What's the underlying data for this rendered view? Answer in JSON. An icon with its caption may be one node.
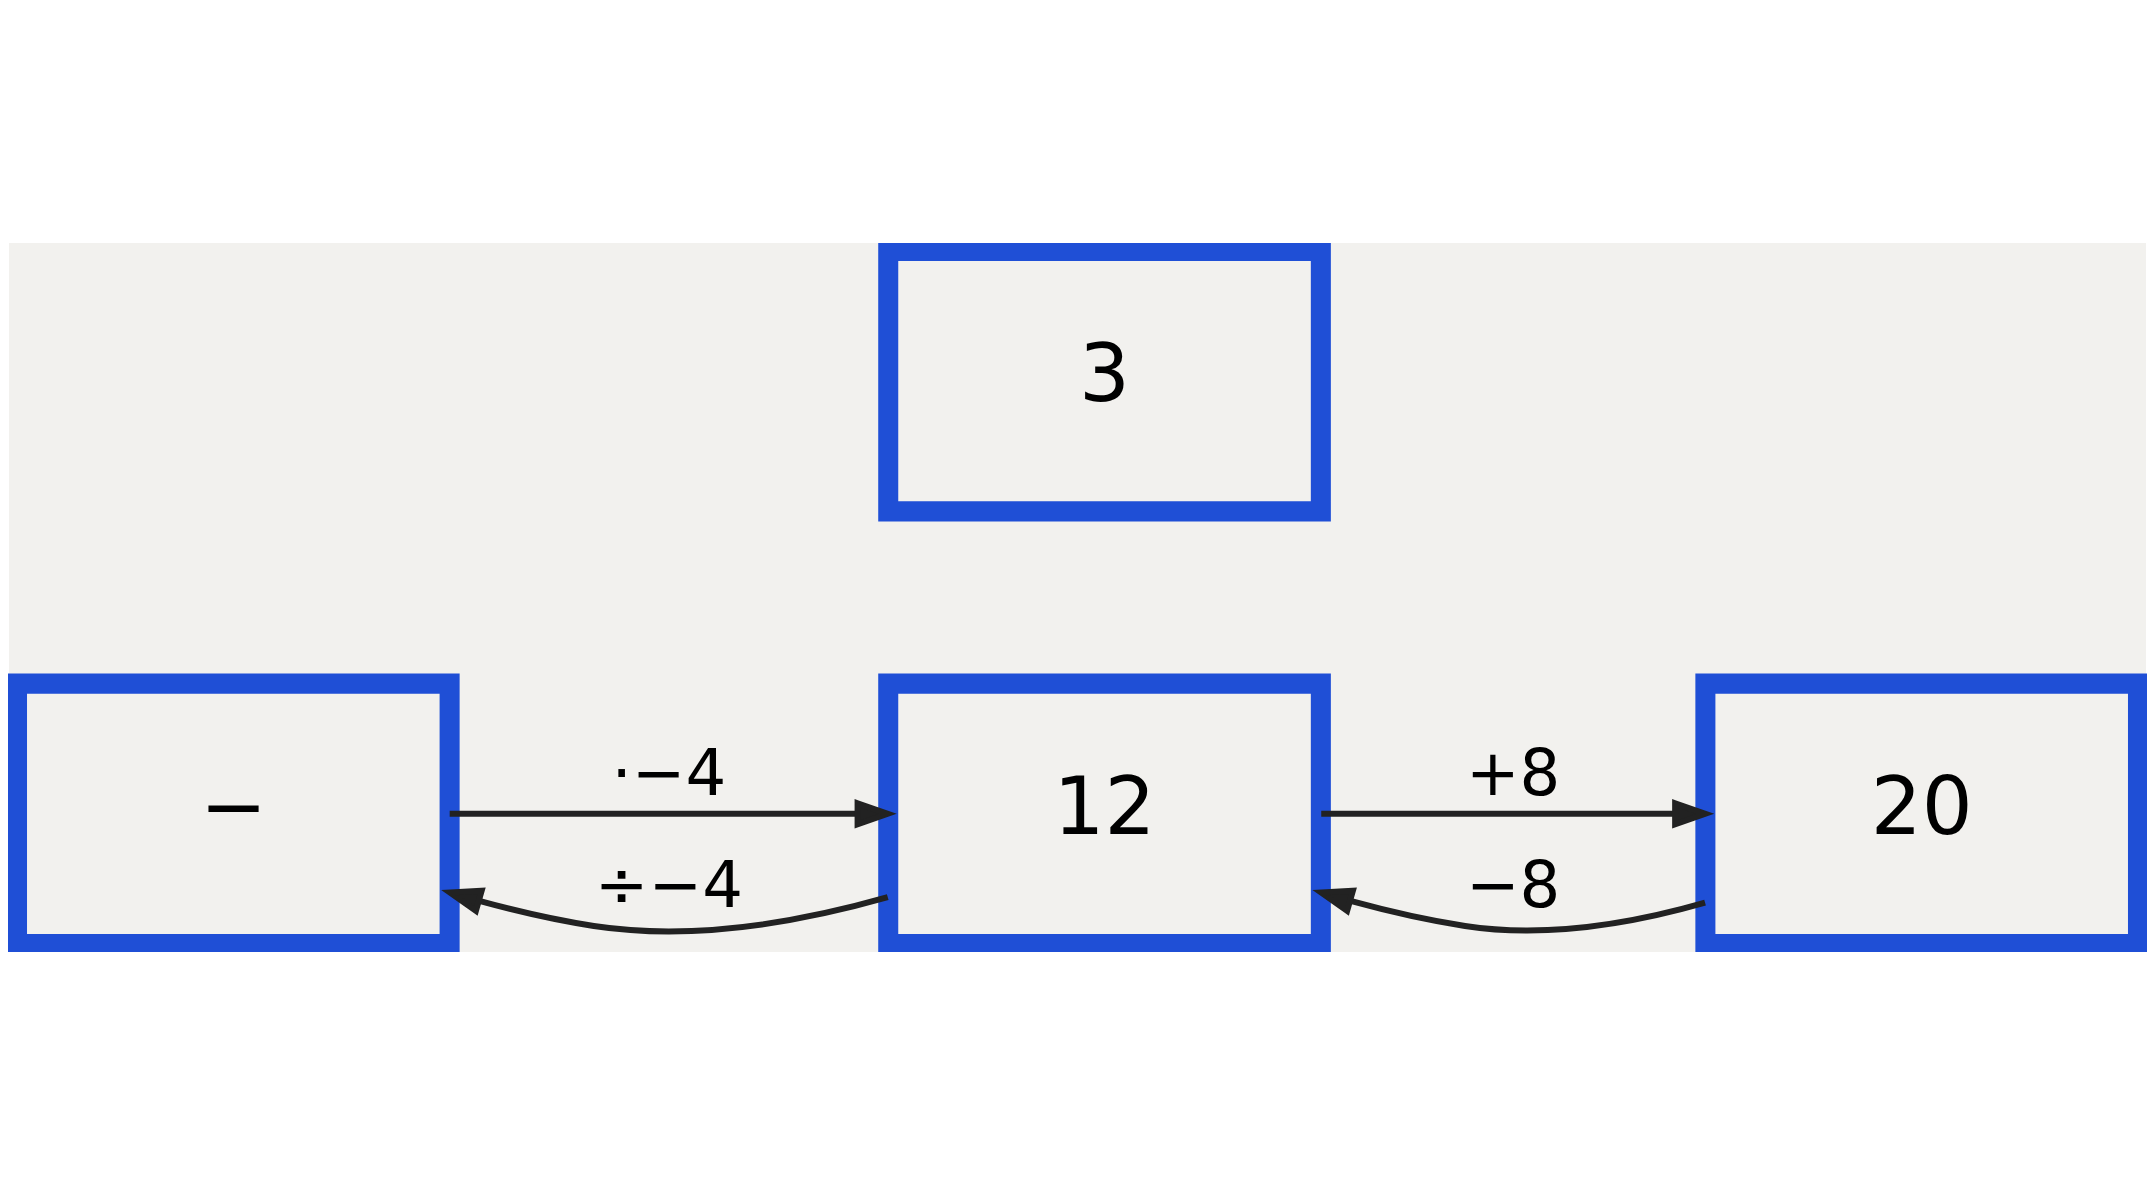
{
  "diagram": {
    "nodes": [
      {
        "text": [
          "−"
        ]
      },
      {
        "text": [
          "12"
        ]
      },
      {
        "text": [
          "20"
        ]
      },
      {
        "text": [
          "3"
        ]
      }
    ],
    "edges": [
      {
        "from": 0,
        "to": 1,
        "arrow": "to",
        "label": "·−4"
      },
      {
        "from": 1,
        "to": 2,
        "arrow": "to",
        "label": "+8"
      },
      {
        "from": 1,
        "to": 0,
        "arrow": "to",
        "label": "÷−4"
      },
      {
        "from": 2,
        "to": 1,
        "arrow": "to",
        "label": "−8"
      }
    ]
  }
}
